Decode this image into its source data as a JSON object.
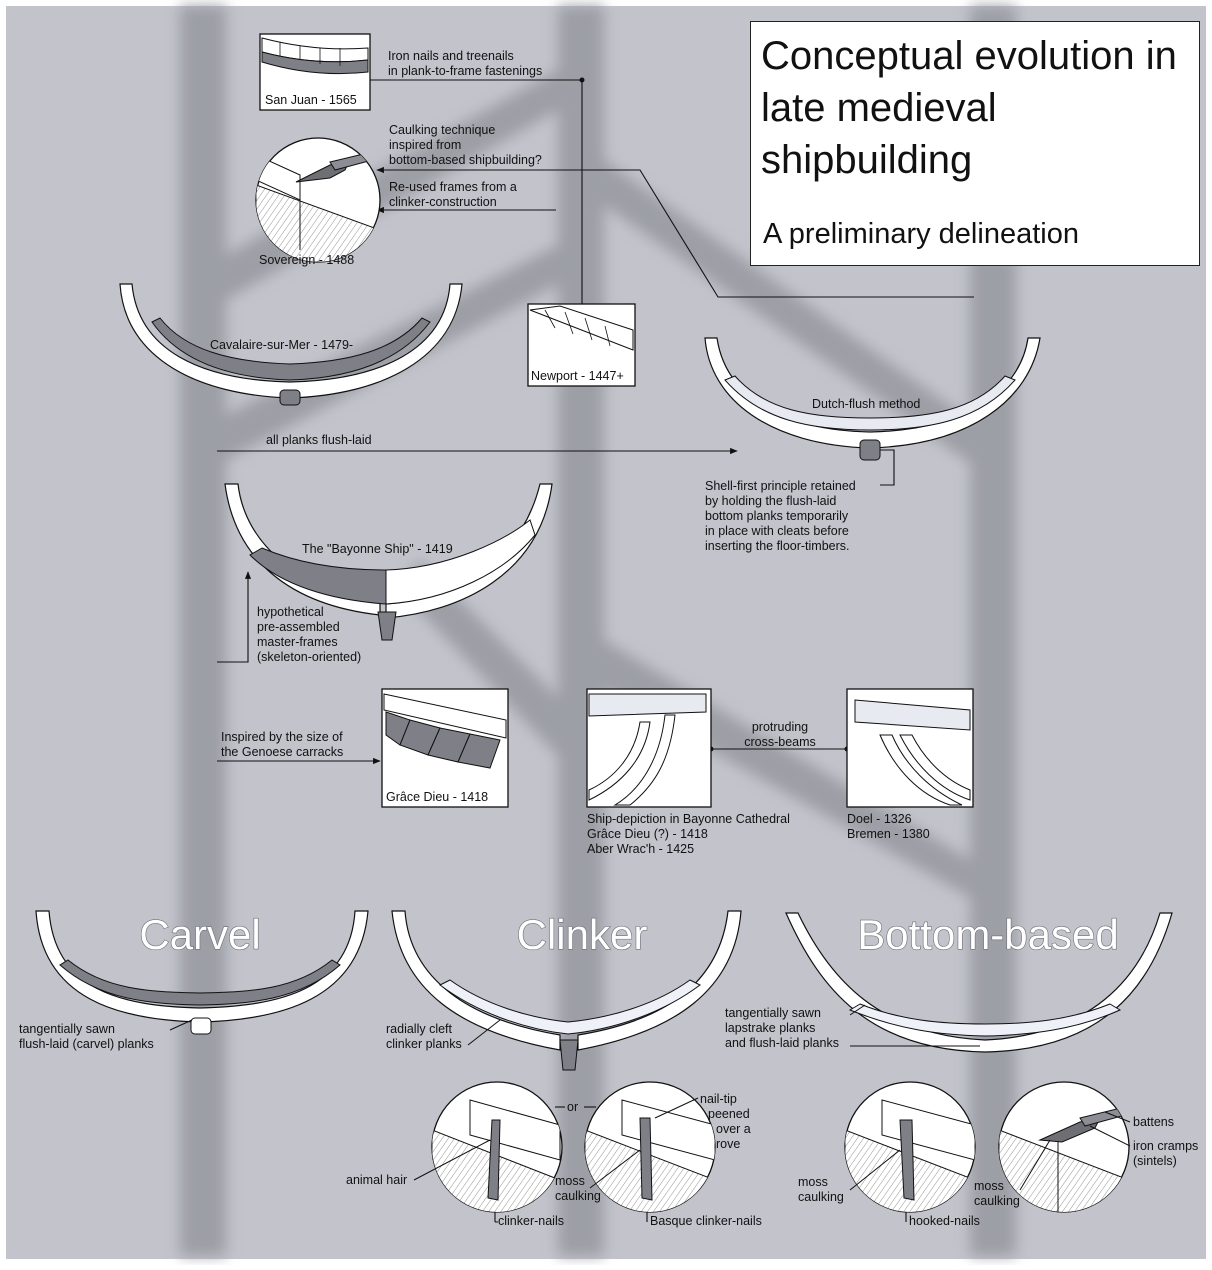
{
  "title": "Conceptual evolution in late medieval shipbuilding",
  "subtitle": "A preliminary delineation",
  "sections": {
    "carvel": "Carvel",
    "clinker": "Clinker",
    "bottom_based": "Bottom-based"
  },
  "ships": {
    "san_juan": "San Juan - 1565",
    "sovereign": "Sovereign - 1488",
    "cavalaire": "Cavalaire-sur-Mer - 1479-",
    "newport": "Newport - 1447+",
    "dutch_flush": "Dutch-flush method",
    "bayonne_ship": "The \"Bayonne Ship\" - 1419",
    "grace_dieu": "Grâce Dieu - 1418"
  },
  "annotations": {
    "iron_nails": [
      "Iron nails and treenails",
      "in plank-to-frame fastenings"
    ],
    "caulking": [
      "Caulking technique",
      "inspired from",
      "bottom-based shipbuilding?"
    ],
    "reused_frames": [
      "Re-used frames from a",
      "clinker-construction"
    ],
    "all_flush": "all planks flush-laid",
    "shell_first": [
      "Shell-first principle retained",
      "by holding the flush-laid",
      "bottom planks temporarily",
      "in place with cleats before",
      "inserting the floor-timbers."
    ],
    "hypothetical": [
      "hypothetical",
      "pre-assembled",
      "master-frames",
      "(skeleton-oriented)"
    ],
    "inspired_size": [
      "Inspired by the size of",
      "the Genoese carracks"
    ],
    "protruding": [
      "protruding",
      "cross-beams"
    ],
    "bayonne_cathedral": [
      "Ship-depiction in Bayonne Cathedral",
      "Grâce Dieu (?) - 1418",
      "Aber Wrac'h - 1425"
    ],
    "doel_bremen": [
      "Doel - 1326",
      "Bremen - 1380"
    ],
    "carvel_planks": [
      "tangentially sawn",
      "flush-laid (carvel) planks"
    ],
    "clinker_planks": [
      "radially cleft",
      "clinker planks"
    ],
    "bottom_planks": [
      "tangentially sawn",
      "lapstrake planks",
      "and flush-laid planks"
    ],
    "or": "or",
    "nail_tip": [
      "nail-tip",
      "peened",
      "over a",
      "rove"
    ],
    "animal_hair": "animal hair",
    "moss_caulking_1": [
      "moss",
      "caulking"
    ],
    "clinker_nails": "clinker-nails",
    "basque_nails": "Basque clinker-nails",
    "battens": "battens",
    "iron_cramps": [
      "iron cramps",
      "(sintels)"
    ],
    "moss_caulking_2": [
      "moss",
      "caulking"
    ],
    "moss_caulking_3": [
      "moss",
      "caulking"
    ],
    "hooked_nails": "hooked-nails"
  },
  "colors": {
    "background": "#c2c3cb",
    "shadow": "#9d9fa6",
    "hull_dark": "#7f8087",
    "hull_light": "#edf0f7",
    "plank": "#ffffff",
    "ink": "#111111"
  }
}
